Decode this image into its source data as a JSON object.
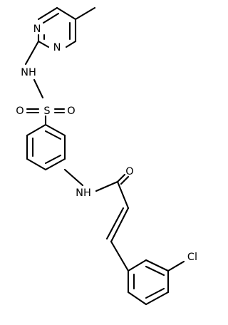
{
  "molecule": {
    "atom_labels": {
      "n_pyr_top": "N",
      "n_pyr_bottom": "N",
      "nh_sulfonamide": "NH",
      "sulfur": "S",
      "oxygen_sulfonyl_left": "O",
      "oxygen_sulfonyl_right": "O",
      "nh_amide": "NH",
      "oxygen_carbonyl": "O",
      "chlorine": "Cl"
    }
  }
}
